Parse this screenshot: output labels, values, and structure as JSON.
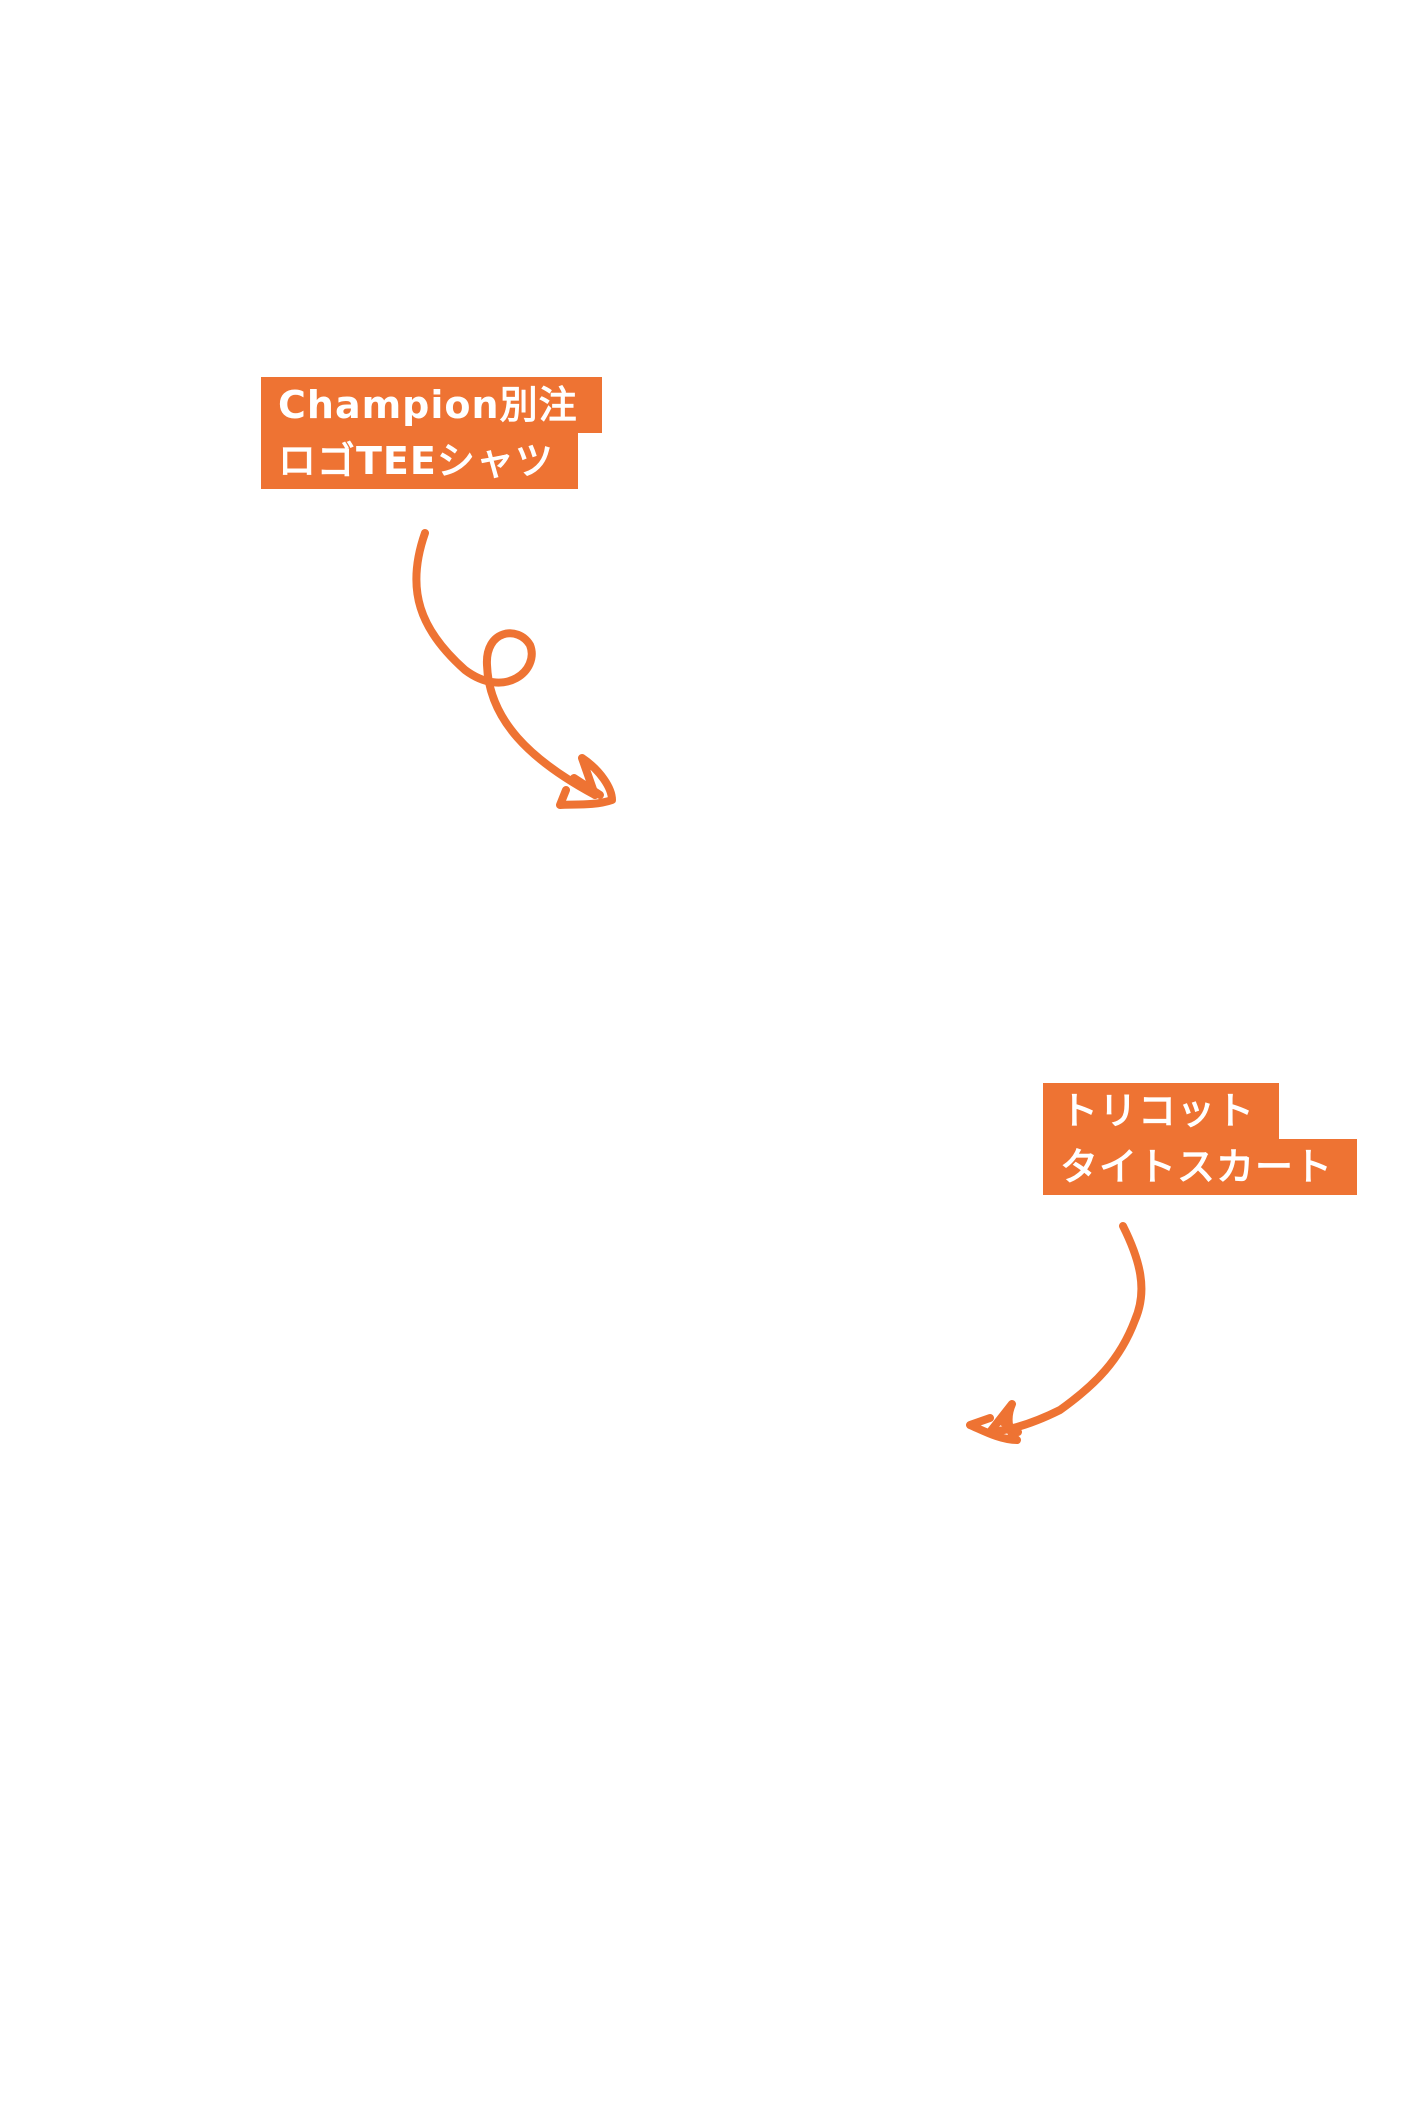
{
  "labels": [
    {
      "lines": [
        "Champion別注",
        "ロゴTEEシャツ"
      ]
    },
    {
      "lines": [
        "トリコット",
        "タイトスカート"
      ]
    }
  ],
  "colors": {
    "accent": "#ee7333",
    "label_text": "#ffffff",
    "background": "#ffffff"
  },
  "icons": [
    "curly-arrow-icon",
    "curved-arrow-icon"
  ]
}
